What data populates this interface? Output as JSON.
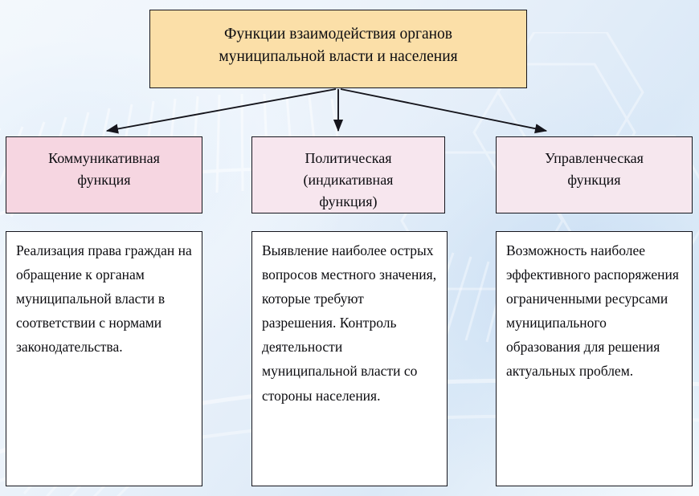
{
  "diagram": {
    "title": {
      "line1": "Функции взаимодействия органов",
      "line2": "муниципальной власти и населения",
      "fill_color": "#fbdfa8"
    },
    "branches": [
      {
        "header": {
          "line1": "Коммуникативная",
          "line2": "функция",
          "line3": "",
          "fill_color": "#f6d6e1"
        },
        "body": {
          "text": "Реализация права граждан на обращение к органам муниципальной власти в соответствии с нормами законодательства.",
          "fill_color": "#ffffff"
        }
      },
      {
        "header": {
          "line1": "Политическая",
          "line2": "(индикативная",
          "line3": "функция)",
          "fill_color": "#f7e6ee"
        },
        "body": {
          "text": "Выявление наиболее острых вопросов местного значения, которые требуют разрешения. Контроль деятельности муниципальной власти со стороны населения.",
          "fill_color": "#ffffff"
        }
      },
      {
        "header": {
          "line1": "Управленческая",
          "line2": "функция",
          "line3": "",
          "fill_color": "#f6e7ee"
        },
        "body": {
          "text": "Возможность наиболее эффективного распоряжения ограниченными ресурсами муниципального образования для решения актуальных проблем.",
          "fill_color": "#ffffff"
        }
      }
    ],
    "connectors": {
      "color": "#15151c",
      "arrow_name": "arrow-head"
    },
    "background": {
      "base_color": "#eef4fb",
      "accent_color": "#dbe9f7"
    }
  }
}
